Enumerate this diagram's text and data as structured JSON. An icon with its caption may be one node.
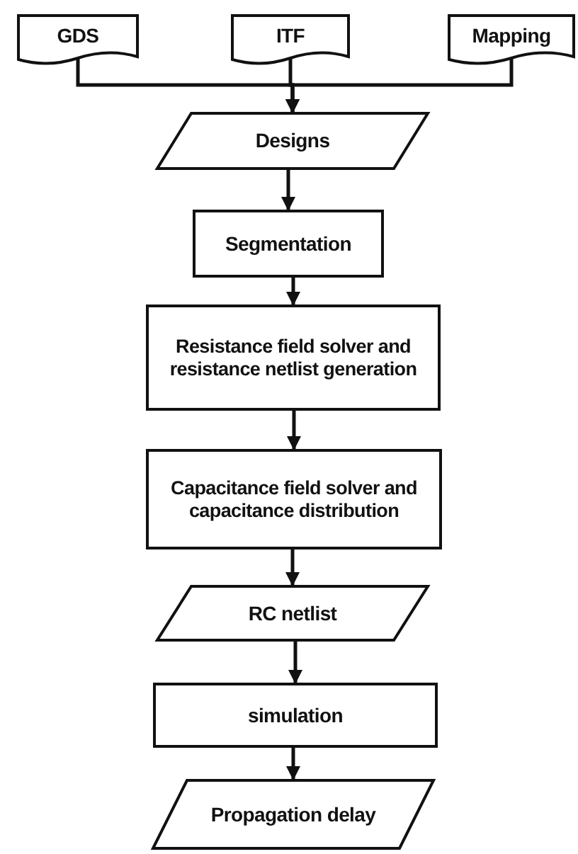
{
  "diagram": {
    "nodes": [
      {
        "text": [
          "GDS"
        ]
      },
      {
        "text": [
          "ITF"
        ]
      },
      {
        "text": [
          "Mapping"
        ]
      },
      {
        "text": [
          "Designs"
        ]
      },
      {
        "text": [
          "Segmentation"
        ]
      },
      {
        "text": [
          "Resistance field solver and resistance netlist generation"
        ]
      },
      {
        "text": [
          "Capacitance field solver and capacitance distribution"
        ]
      },
      {
        "text": [
          "RC netlist"
        ]
      },
      {
        "text": [
          "simulation"
        ]
      },
      {
        "text": [
          "Propagation delay"
        ]
      }
    ],
    "edges": [
      {
        "from": 0,
        "to": 3,
        "arrow": "to"
      },
      {
        "from": 1,
        "to": 3,
        "arrow": "to"
      },
      {
        "from": 2,
        "to": 3,
        "arrow": "to"
      },
      {
        "from": 3,
        "to": 4,
        "arrow": "to"
      },
      {
        "from": 4,
        "to": 5,
        "arrow": "to"
      },
      {
        "from": 5,
        "to": 6,
        "arrow": "to"
      },
      {
        "from": 6,
        "to": 7,
        "arrow": "to"
      },
      {
        "from": 7,
        "to": 8,
        "arrow": "to"
      },
      {
        "from": 8,
        "to": 9,
        "arrow": "to"
      }
    ]
  }
}
